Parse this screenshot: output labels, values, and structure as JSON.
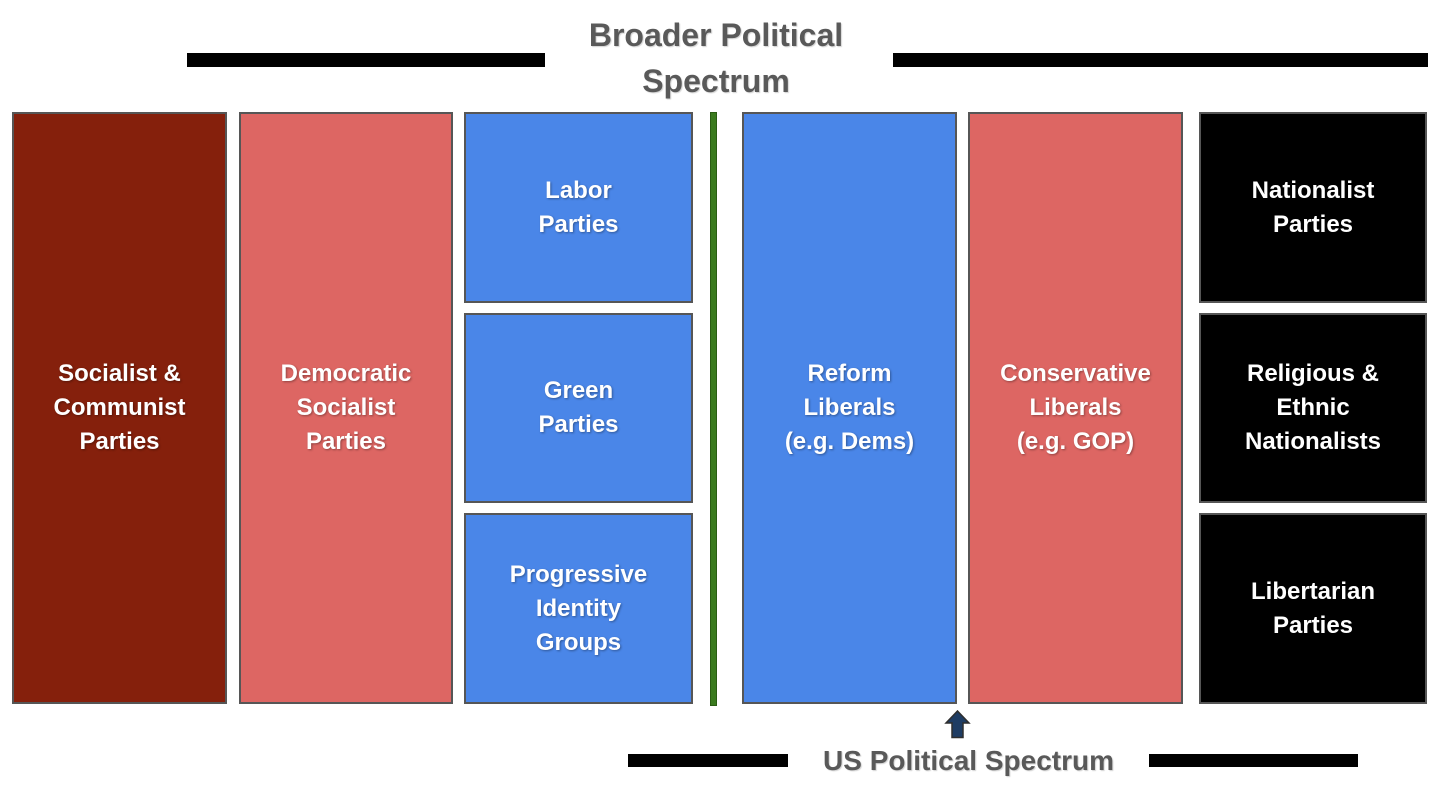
{
  "header": {
    "title_lines": [
      "Broader Political",
      "Spectrum"
    ]
  },
  "footer": {
    "label": "US Political Spectrum"
  },
  "boxes": {
    "socialist": {
      "label": [
        "Socialist &",
        "Communist",
        "Parties"
      ],
      "color": "#85200C"
    },
    "demsoc": {
      "label": [
        "Democratic",
        "Socialist",
        "Parties"
      ],
      "color": "#DD6663"
    },
    "labor": {
      "label": [
        "Labor",
        "Parties"
      ],
      "color": "#4A86E8"
    },
    "green": {
      "label": [
        "Green",
        "Parties"
      ],
      "color": "#4A86E8"
    },
    "progressive": {
      "label": [
        "Progressive",
        "Identity",
        "Groups"
      ],
      "color": "#4A86E8"
    },
    "reform": {
      "label": [
        "Reform",
        "Liberals",
        "(e.g. Dems)"
      ],
      "color": "#4A86E8"
    },
    "conservative": {
      "label": [
        "Conservative",
        "Liberals",
        "(e.g. GOP)"
      ],
      "color": "#DD6663"
    },
    "nationalist": {
      "label": [
        "Nationalist",
        "Parties"
      ],
      "color": "#000000"
    },
    "religious": {
      "label": [
        "Religious &",
        "Ethnic",
        "Nationalists"
      ],
      "color": "#000000"
    },
    "libertarian": {
      "label": [
        "Libertarian",
        "Parties"
      ],
      "color": "#000000"
    }
  },
  "icons": {
    "up_arrow": "up-arrow"
  },
  "colors": {
    "dark_red": "#85200C",
    "salmon": "#DD6663",
    "blue": "#4A86E8",
    "black_box": "#000000",
    "green_divider": "#3A7A1E",
    "heading_gray": "#595959",
    "arrow_navy": "#1E3C63",
    "bar_black": "#000000"
  }
}
